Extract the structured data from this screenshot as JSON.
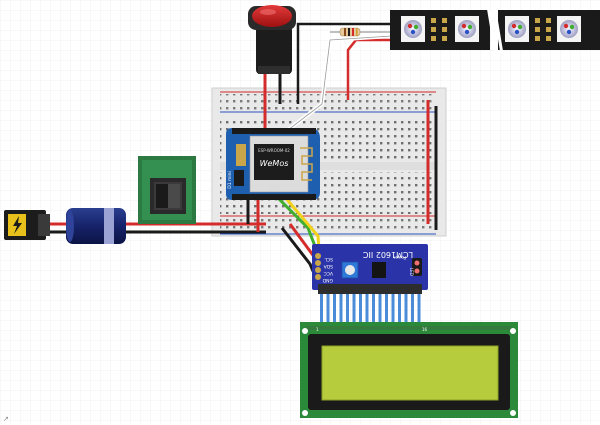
{
  "board": {
    "chip_label": "ESP-WROOM-02",
    "brand": "WeMos",
    "silk_left": "D1 mini",
    "silk_bottom": "WiFi"
  },
  "i2c_module": {
    "title": "LCM1602 IIC",
    "pins": [
      "SCL",
      "SDA",
      "VCC",
      "GND"
    ],
    "led_label": "LED",
    "power_label": "Power"
  },
  "lcd": {
    "pin_left": "1",
    "pin_right": "16"
  },
  "corner_glyph": "↗",
  "colors": {
    "wire_red": "#d42b2b",
    "wire_black": "#1a1a1a",
    "wire_white": "#f2f2f2",
    "wire_yellow": "#f2d21b",
    "wire_green": "#3fae2c",
    "pcb_blue": "#1f5fb0",
    "i2c_blue": "#2a34a8",
    "lcd_green": "#2a8a3a",
    "lcd_screen": "#b6cc3c",
    "switch_green": "#2c7a42",
    "jack_yellow": "#e8c21a",
    "breadboard": "#e9e9e9"
  }
}
